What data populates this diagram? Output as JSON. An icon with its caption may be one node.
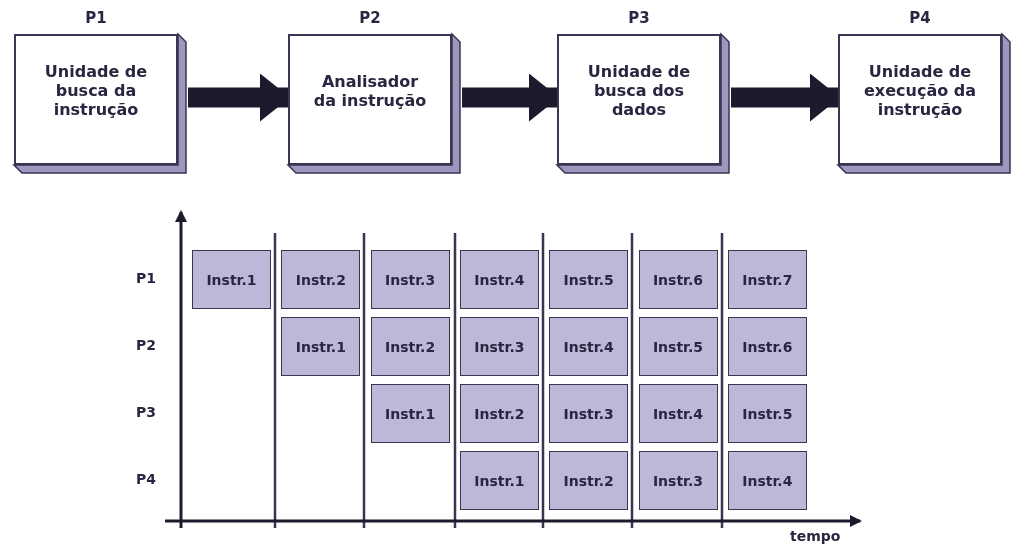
{
  "diagram": {
    "nodes": [
      {
        "text": [
          "P1",
          "Unidade de busca da instrução"
        ]
      },
      {
        "text": [
          "P2",
          "Analisador da instrução"
        ]
      },
      {
        "text": [
          "P3",
          "Unidade de busca dos dados"
        ]
      },
      {
        "text": [
          "P4",
          "Unidade de execução da instrução"
        ]
      },
      {
        "text": [
          "Instr.1"
        ]
      },
      {
        "text": [
          "Instr.2"
        ]
      },
      {
        "text": [
          "Instr.3"
        ]
      },
      {
        "text": [
          "Instr.4"
        ]
      },
      {
        "text": [
          "Instr.5"
        ]
      },
      {
        "text": [
          "Instr.6"
        ]
      },
      {
        "text": [
          "Instr.7"
        ]
      },
      {
        "text": [
          "Instr.1"
        ]
      },
      {
        "text": [
          "Instr.2"
        ]
      },
      {
        "text": [
          "Instr.3"
        ]
      },
      {
        "text": [
          "Instr.4"
        ]
      },
      {
        "text": [
          "Instr.5"
        ]
      },
      {
        "text": [
          "Instr.6"
        ]
      },
      {
        "text": [
          "Instr.1"
        ]
      },
      {
        "text": [
          "Instr.2"
        ]
      },
      {
        "text": [
          "Instr.3"
        ]
      },
      {
        "text": [
          "Instr.4"
        ]
      },
      {
        "text": [
          "Instr.5"
        ]
      },
      {
        "text": [
          "Instr.1"
        ]
      },
      {
        "text": [
          "Instr.2"
        ]
      },
      {
        "text": [
          "Instr.3"
        ]
      },
      {
        "text": [
          "Instr.4"
        ]
      }
    ],
    "edges": [
      {
        "from": 0,
        "to": 1,
        "arrow": "to"
      },
      {
        "from": 1,
        "to": 2,
        "arrow": "to"
      },
      {
        "from": 2,
        "to": 3,
        "arrow": "to"
      }
    ],
    "labels": [
      "P1",
      "P2",
      "P3",
      "P4",
      "tempo"
    ]
  }
}
